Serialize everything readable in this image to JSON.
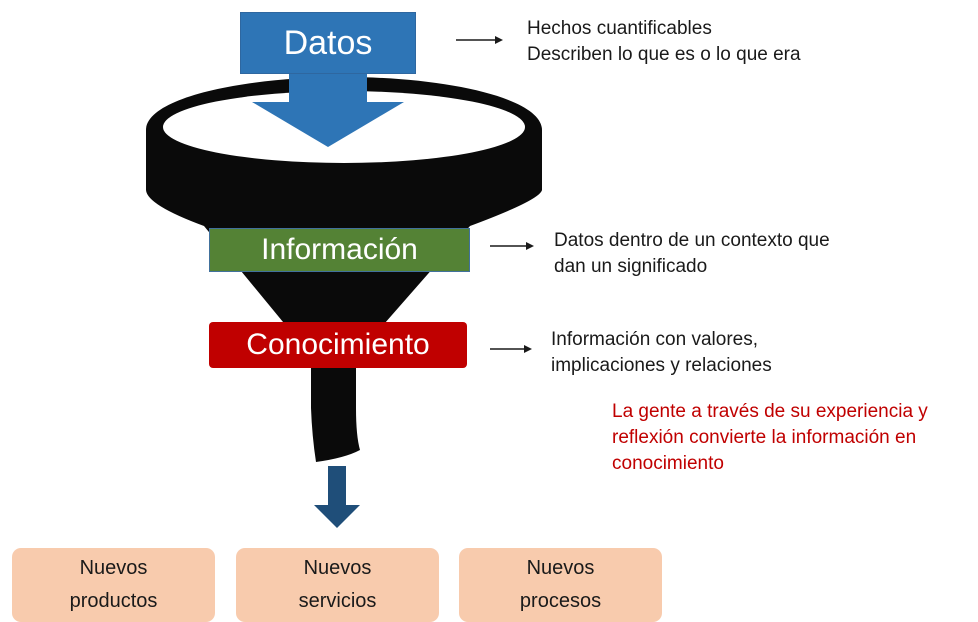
{
  "colors": {
    "funnel": "#0a0a0a",
    "rim": "#ffffff",
    "datos_box": "#2e75b6",
    "info_box": "#548235",
    "conocimiento_box": "#c00000",
    "down_arrow": "#1f4e79",
    "output_box": "#f8cbad",
    "note_text": "#c00000",
    "connector_arrow": "#1a1a1a"
  },
  "stages": {
    "datos": {
      "label": "Datos",
      "description": [
        "Hechos cuantificables",
        "Describen lo que es o lo que era"
      ]
    },
    "informacion": {
      "label": "Información",
      "description": [
        "Datos dentro de un contexto que",
        "dan un significado"
      ]
    },
    "conocimiento": {
      "label": "Conocimiento",
      "description": [
        "Información con valores,",
        "implicaciones y relaciones"
      ]
    }
  },
  "note": {
    "lines": [
      "La gente a través de su experiencia y",
      "reflexión convierte la información en",
      "conocimiento"
    ]
  },
  "outputs": [
    {
      "line1": "Nuevos",
      "line2": "productos"
    },
    {
      "line1": "Nuevos",
      "line2": "servicios"
    },
    {
      "line1": "Nuevos",
      "line2": "procesos"
    }
  ],
  "icons": {
    "funnel": "funnel-icon",
    "input_arrow": "arrow-down-icon",
    "output_arrow": "arrow-down-icon",
    "connector": "arrow-right-icon"
  }
}
